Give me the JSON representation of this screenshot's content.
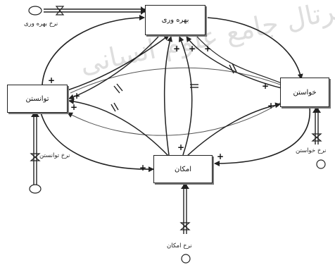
{
  "watermark": "پرتال جامع علوم انسانی",
  "stocks": {
    "productivity": "بهره وری",
    "desire": "خواستن",
    "ability": "توانستن",
    "possibility": "امکان"
  },
  "flows": {
    "productivity_rate": "نرخ بهره وری",
    "ability_rate": "نرخ توانستن",
    "desire_rate": "نرخ خواستن",
    "possibility_rate": "نرخ امکان"
  },
  "polarity_symbol": "+",
  "colors": {
    "line": "#222222",
    "light_line": "#888888",
    "box_border": "#222222"
  }
}
